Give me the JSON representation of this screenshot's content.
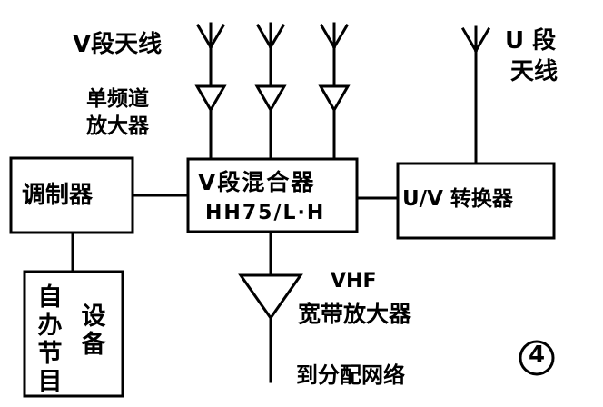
{
  "labels": {
    "v_band_antenna": "V段天线",
    "u_band_antenna_1": "U 段",
    "u_band_antenna_2": "天线",
    "single_channel_amp_1": "单频道",
    "single_channel_amp_2": "放大器",
    "v_mixer_1": "V段混合器",
    "v_mixer_2": "HH75/L·H",
    "modulator": "调制器",
    "uv_converter": "U/V 转换器",
    "vhf_amp_1": "VHF",
    "vhf_amp_2": "宽带放大器",
    "distribution": "到分配网络",
    "self_program": "自办节目",
    "equipment": "设备",
    "figure_number": "4"
  }
}
